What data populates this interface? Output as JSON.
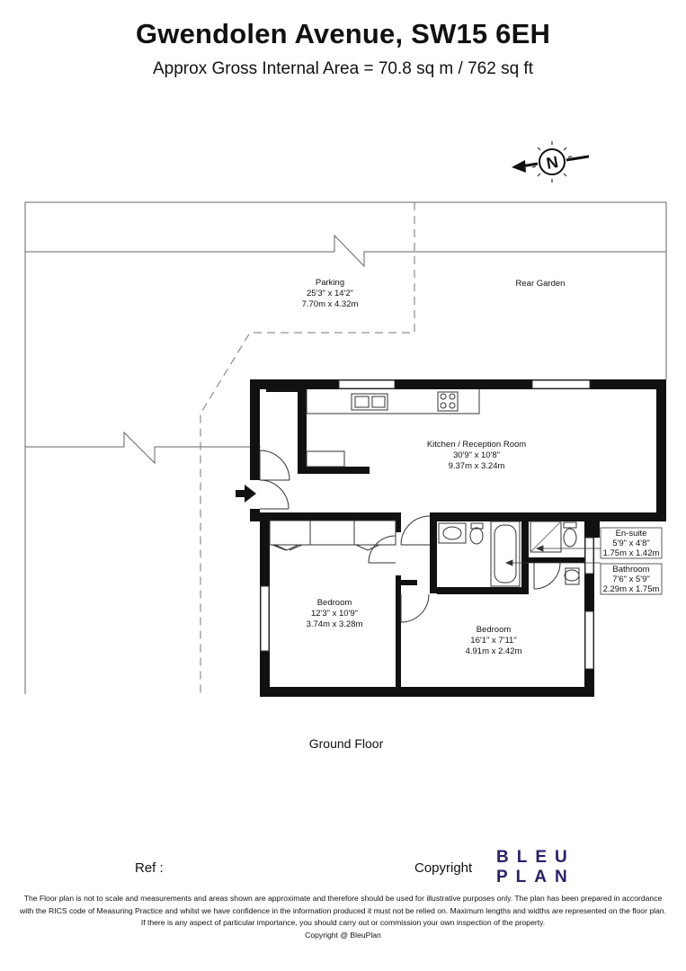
{
  "header": {
    "title": "Gwendolen Avenue, SW15 6EH",
    "area": "Approx Gross Internal Area = 70.8 sq m / 762 sq ft"
  },
  "compass": {
    "letter": "N"
  },
  "rooms": {
    "parking": {
      "name": "Parking",
      "imperial": "25'3\" x 14'2\"",
      "metric": "7.70m x 4.32m"
    },
    "garden": {
      "name": "Rear Garden"
    },
    "kitchen": {
      "name": "Kitchen / Reception Room",
      "imperial": "30'9\" x 10'8\"",
      "metric": "9.37m x 3.24m"
    },
    "bedroom1": {
      "name": "Bedroom",
      "imperial": "12'3\" x 10'9\"",
      "metric": "3.74m x 3.28m"
    },
    "bedroom2": {
      "name": "Bedroom",
      "imperial": "16'1\" x 7'11\"",
      "metric": "4.91m x 2.42m"
    },
    "ensuite": {
      "name": "En-suite",
      "imperial": "5'9\" x 4'8\"",
      "metric": "1.75m x 1.42m"
    },
    "bathroom": {
      "name": "Bathroom",
      "imperial": "7'6\" x 5'9\"",
      "metric": "2.29m x 1.75m"
    }
  },
  "floor_label": "Ground Floor",
  "footer": {
    "ref_label": "Ref  :",
    "copyright_label": "Copyright",
    "logo_line1": "BLEU",
    "logo_line2": "PLAN",
    "disclaimer": [
      "The Floor plan is not to scale and measurements and areas shown are approximate and therefore should be used for illustrative purposes only. The plan has been prepared in accordance",
      "with the RICS code of Measuring Practice and whilst we have confidence in the information produced it must not be relied on. Maximum lengths and widths are represented on the floor plan.",
      "If there is any aspect of particular importance, you should carry out or commission your own inspection of the property.",
      "Copyright @ BleuPlan"
    ]
  },
  "colors": {
    "wall": "#111111",
    "line": "#555555",
    "logo": "#2a1f6b"
  }
}
